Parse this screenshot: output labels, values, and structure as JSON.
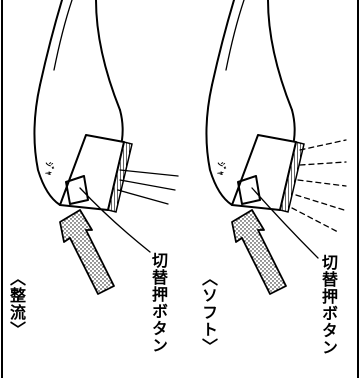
{
  "left_panel": {
    "mode_label": "〈整流〉",
    "button_label": "切替押ボタン"
  },
  "right_panel": {
    "mode_label": "〈ソフト〉",
    "button_label": "切替押ボタン"
  },
  "head_mark": "ｼﾞｬ"
}
